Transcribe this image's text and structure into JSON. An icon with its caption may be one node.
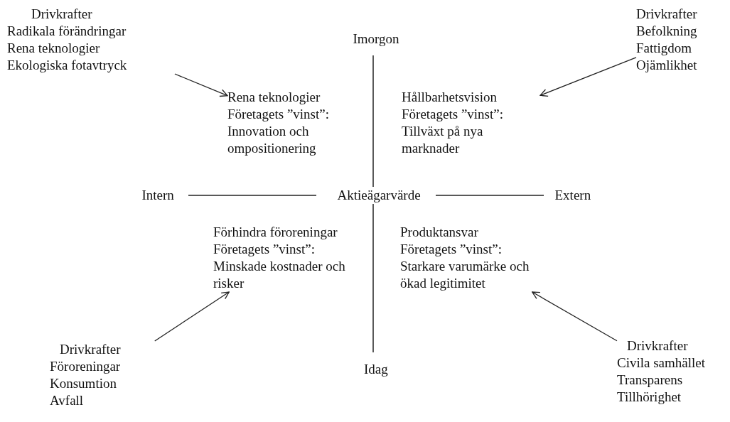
{
  "diagram": {
    "nodes": [
      {
        "text": [
          "Drivkrafter",
          "Radikala förändringar",
          "Rena teknologier",
          "Ekologiska fotavtryck"
        ]
      },
      {
        "text": [
          "Drivkrafter",
          "Befolkning",
          "Fattigdom",
          "Ojämlikhet"
        ]
      },
      {
        "text": [
          "Rena teknologier",
          "Företagets ”vinst”:",
          "Innovation och ompositionering"
        ]
      },
      {
        "text": [
          "Hållbarhetsvision",
          "Företagets ”vinst”:",
          "Tillväxt på nya marknader"
        ]
      },
      {
        "text": [
          "Förhindra föroreningar",
          "Företagets ”vinst”:",
          "Minskade kostnader och risker"
        ]
      },
      {
        "text": [
          "Produktansvar",
          "Företagets ”vinst”:",
          "Starkare varumärke och ökad legitimitet"
        ]
      },
      {
        "text": [
          "Drivkrafter",
          "Föroreningar",
          "Konsumtion",
          "Avfall"
        ]
      },
      {
        "text": [
          "Drivkrafter",
          "Civila samhället",
          "Transparens",
          "Tillhörighet"
        ]
      }
    ],
    "edges": [
      {
        "from": 0,
        "to": 2,
        "arrow": "to"
      },
      {
        "from": 1,
        "to": 3,
        "arrow": "to"
      },
      {
        "from": 6,
        "to": 4,
        "arrow": "to"
      },
      {
        "from": 7,
        "to": 5,
        "arrow": "to"
      }
    ],
    "labels": [
      "Imorgon",
      "Intern",
      "Aktieägarvärde",
      "Extern",
      "Idag"
    ]
  }
}
